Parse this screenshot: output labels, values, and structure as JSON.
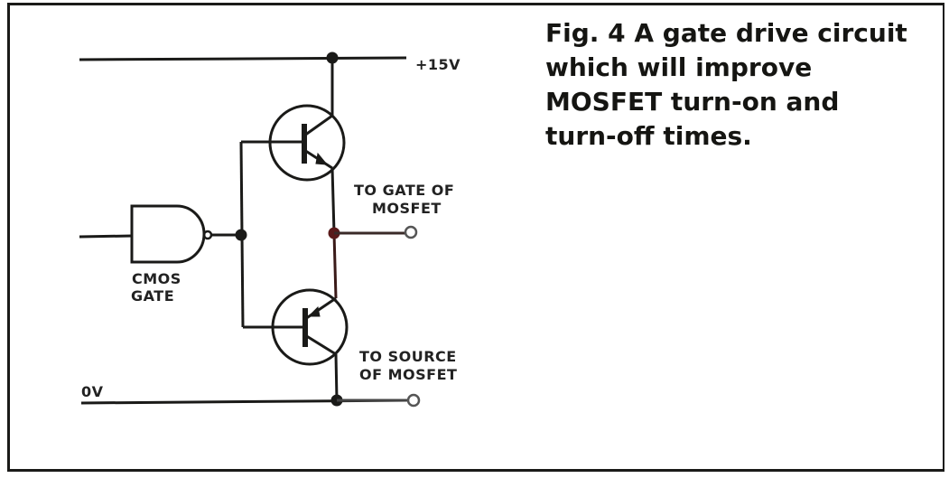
{
  "figure": {
    "caption_lines": [
      "Fig. 4 A gate drive circuit",
      "which will improve",
      "MOSFET turn-on and",
      "turn-off times."
    ]
  },
  "labels": {
    "supply": "+15V",
    "ground": "0V",
    "gate_output_line1": "TO GATE OF",
    "gate_output_line2": "MOSFET",
    "source_output_line1": "TO SOURCE",
    "source_output_line2": "OF MOSFET",
    "cmos_line1": "CMOS",
    "cmos_line2": "GATE"
  },
  "colors": {
    "ink": "#1a1a18",
    "highlight_wire": "#5a1a1a"
  }
}
